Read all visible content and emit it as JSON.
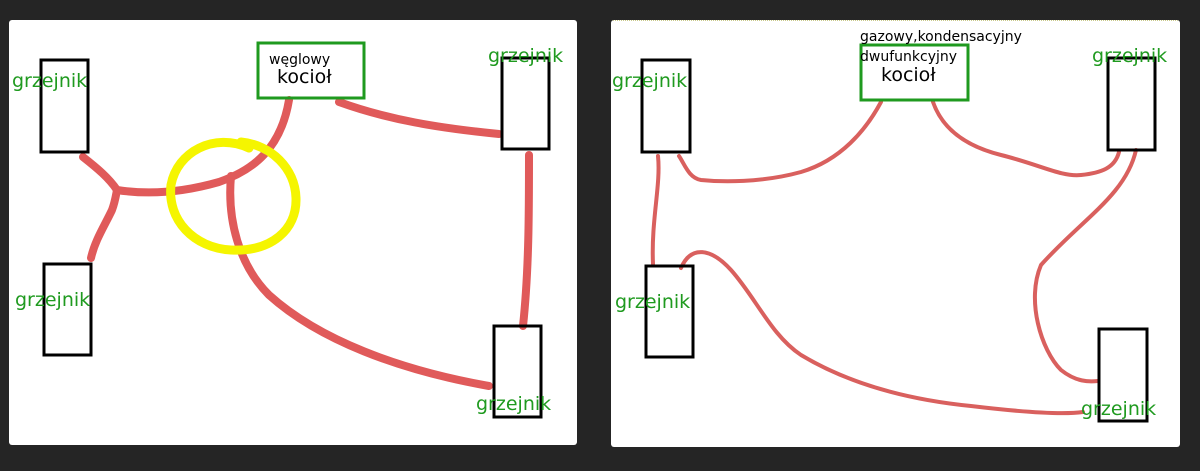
{
  "left_diagram": {
    "boiler": {
      "type_label": "węglowy",
      "name_label": "kocioł"
    },
    "radiators": [
      {
        "label": "grzejnik"
      },
      {
        "label": "grzejnik"
      },
      {
        "label": "grzejnik"
      },
      {
        "label": "grzejnik"
      }
    ]
  },
  "right_diagram": {
    "boiler": {
      "type_label_1": "gazowy,kondensacyjny",
      "type_label_2": "dwufunkcyjny",
      "name_label": "kocioł"
    },
    "radiators": [
      {
        "label": "grzejnik"
      },
      {
        "label": "grzejnik"
      },
      {
        "label": "grzejnik"
      },
      {
        "label": "grzejnik"
      }
    ]
  },
  "colors": {
    "pipe": "#e05a5a",
    "highlight": "#f5f500",
    "label_green": "#1f9a1f",
    "boiler_border": "#1f9a1f",
    "background": "#252525"
  }
}
